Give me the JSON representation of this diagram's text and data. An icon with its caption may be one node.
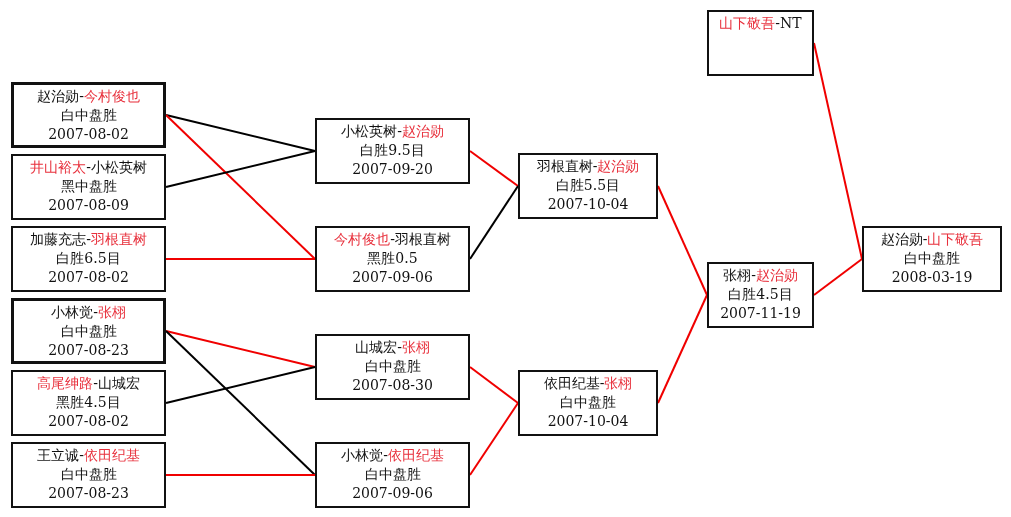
{
  "diagram": {
    "nodes": [
      {
        "text": [
          "赵治勋-**今村俊也**",
          "白中盘胜",
          "2007-08-02"
        ]
      },
      {
        "text": [
          "**井山裕太**-小松英树",
          "黑中盘胜",
          "2007-08-09"
        ]
      },
      {
        "text": [
          "加藤充志-**羽根直树**",
          "白胜6.5目",
          "2007-08-02"
        ]
      },
      {
        "text": [
          "小林觉-**张栩**",
          "白中盘胜",
          "2007-08-23"
        ]
      },
      {
        "text": [
          "**高尾绅路**-山城宏",
          "黑胜4.5目",
          "2007-08-02"
        ]
      },
      {
        "text": [
          "王立诚-**依田纪基**",
          "白中盘胜",
          "2007-08-23"
        ]
      },
      {
        "text": [
          "小松英树-**赵治勋**",
          "白胜9.5目",
          "2007-09-20"
        ]
      },
      {
        "text": [
          "**今村俊也**-羽根直树",
          "黑胜0.5",
          "2007-09-06"
        ]
      },
      {
        "text": [
          "山城宏-**张栩**",
          "白中盘胜",
          "2007-08-30"
        ]
      },
      {
        "text": [
          "小林觉-**依田纪基**",
          "白中盘胜",
          "2007-09-06"
        ]
      },
      {
        "text": [
          "羽根直树-**赵治勋**",
          "白胜5.5目",
          "2007-10-04"
        ]
      },
      {
        "text": [
          "依田纪基-**张栩**",
          "白中盘胜",
          "2007-10-04"
        ]
      },
      {
        "text": [
          "张栩-**赵治勋**",
          "白胜4.5目",
          "2007-11-19"
        ]
      },
      {
        "text": [
          "**山下敬吾**-NT"
        ]
      },
      {
        "text": [
          "赵治勋-**山下敬吾**",
          "白中盘胜",
          "2008-03-19"
        ]
      }
    ],
    "edges": [
      {
        "from": 0,
        "to": 6,
        "arrow": "none",
        "color": "#000000"
      },
      {
        "from": 0,
        "to": 7,
        "arrow": "none"
      },
      {
        "from": 1,
        "to": 6,
        "arrow": "none",
        "color": "#000000"
      },
      {
        "from": 2,
        "to": 7,
        "arrow": "none"
      },
      {
        "from": 3,
        "to": 8,
        "arrow": "none"
      },
      {
        "from": 3,
        "to": 9,
        "arrow": "none",
        "color": "#000000"
      },
      {
        "from": 4,
        "to": 8,
        "arrow": "none",
        "color": "#000000"
      },
      {
        "from": 5,
        "to": 9,
        "arrow": "none"
      },
      {
        "from": 6,
        "to": 10,
        "arrow": "none"
      },
      {
        "from": 7,
        "to": 10,
        "arrow": "none",
        "color": "#000000"
      },
      {
        "from": 8,
        "to": 11,
        "arrow": "none"
      },
      {
        "from": 9,
        "to": 11,
        "arrow": "none"
      },
      {
        "from": 10,
        "to": 12,
        "arrow": "none"
      },
      {
        "from": 11,
        "to": 12,
        "arrow": "none"
      },
      {
        "from": 12,
        "to": 14,
        "arrow": "none"
      },
      {
        "from": 13,
        "to": 14,
        "arrow": "none"
      }
    ]
  }
}
